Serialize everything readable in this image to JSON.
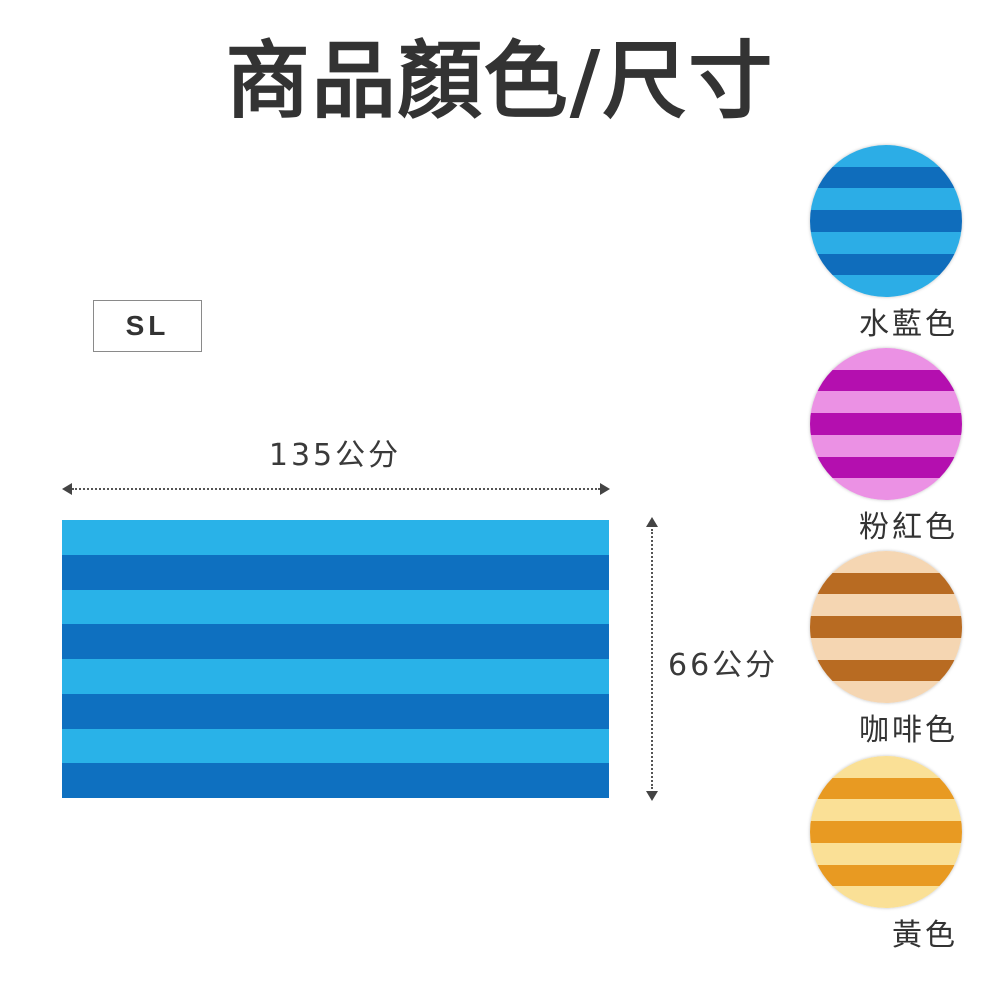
{
  "header": {
    "title": "商品顏色/尺寸"
  },
  "size": {
    "tag": "SL"
  },
  "dimensions": {
    "width_label": "135公分",
    "height_label": "66公分"
  },
  "towel": {
    "stripe_count": 8,
    "colors": [
      "#29B2E8",
      "#0E70C0"
    ]
  },
  "colors": [
    {
      "name": "水藍色",
      "light": "#2CADE6",
      "dark": "#0F6DBC"
    },
    {
      "name": "粉紅色",
      "light": "#EB91E4",
      "dark": "#B40FAF"
    },
    {
      "name": "咖啡色",
      "light": "#F5D6B2",
      "dark": "#B86B22"
    },
    {
      "name": "黃色",
      "light": "#FAE096",
      "dark": "#E89A22"
    }
  ]
}
